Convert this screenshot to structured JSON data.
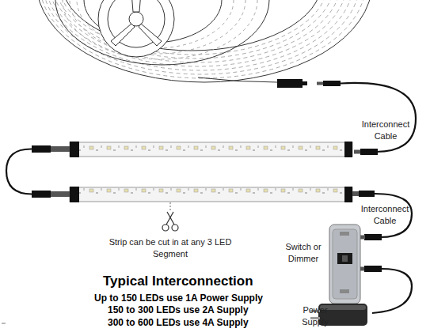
{
  "diagram": {
    "title": "Typical Interconnection",
    "labels": [
      "Interconnect Cable",
      "Interconnect Cable",
      "Strip can be cut in at any 3 LED Segment",
      "Switch or Dimmer",
      "Power Supply",
      "Up to 150 LEDs use 1A Power Supply",
      "150 to 300 LEDs use 2A Supply",
      "300 to 600 LEDs use 4A Supply"
    ]
  }
}
